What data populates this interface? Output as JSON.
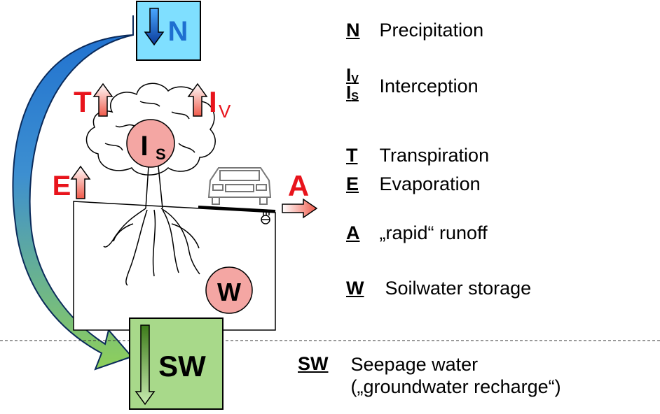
{
  "diagram": {
    "labels": {
      "precipitation_box": "N",
      "seepage_box": "SW",
      "transpiration_arrow": "T",
      "interception_arrow": "I",
      "interception_arrow_sub": "V",
      "evaporation_arrow": "E",
      "runoff_arrow": "A",
      "stem_storage_circle": "I",
      "stem_storage_circle_sub": "S",
      "soilwater_circle": "W"
    },
    "colors": {
      "precip_box_fill": "#7fdfff",
      "seepage_box_fill": "#a8d98a",
      "red_label": "#e8141c",
      "blue_label": "#1e6fd0",
      "circle_fill": "#f4a6a3",
      "arrow_blue": "#1e6fd0",
      "arrow_green": "#8fd05a"
    }
  },
  "legend": {
    "items": [
      {
        "abbr": "N",
        "desc": "Precipitation"
      },
      {
        "abbr_top": "I",
        "abbr_top_sub": "V",
        "abbr_bottom": "I",
        "abbr_bottom_sub": "S",
        "desc": "Interception"
      },
      {
        "abbr": "T",
        "desc": "Transpiration"
      },
      {
        "abbr": "E",
        "desc": "Evaporation"
      },
      {
        "abbr": "A",
        "desc": "„rapid“ runoff"
      },
      {
        "abbr": "W",
        "desc": "Soilwater storage"
      },
      {
        "abbr": "SW",
        "desc": "Seepage water",
        "desc2": "(„groundwater recharge“)"
      }
    ]
  }
}
